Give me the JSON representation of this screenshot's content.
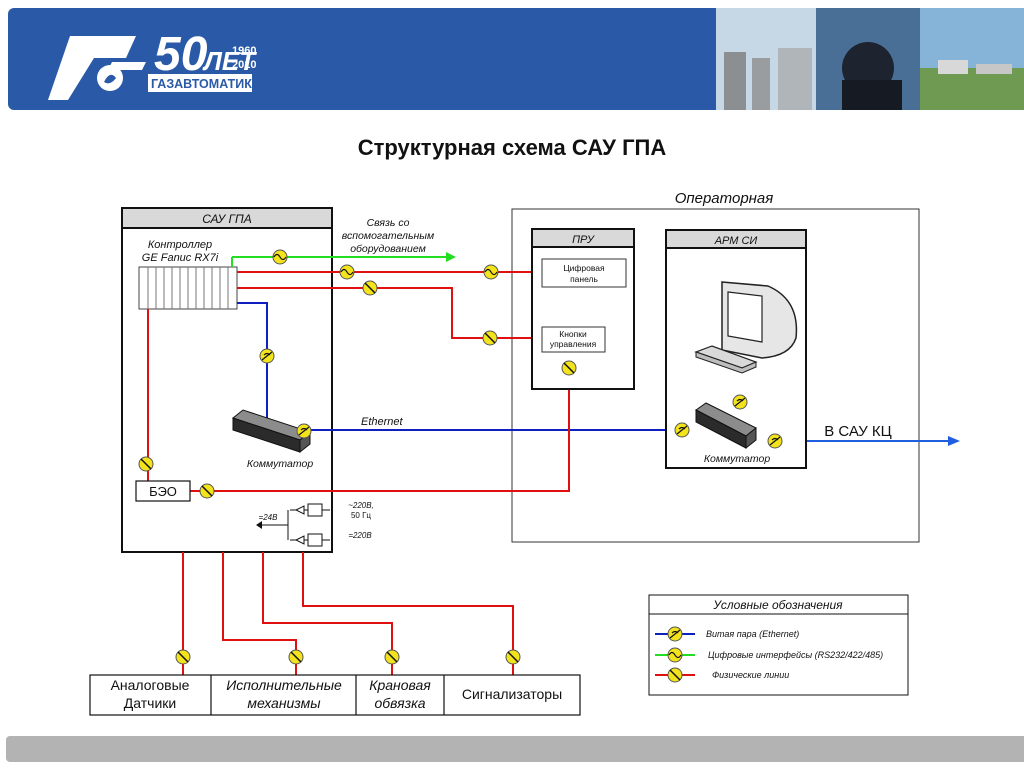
{
  "header": {
    "logo_years": "50",
    "logo_let": "ЛЕТ",
    "logo_year_start": "1960",
    "logo_year_end": "2010",
    "logo_company": "ГАЗАВТОМАТИКА",
    "brand_color": "#2a5aa7"
  },
  "title": "Структурная схема САУ ГПА",
  "diagram": {
    "operator_room": "Операторная",
    "sau_gpa": "САУ ГПА",
    "controller_line1": "Контроллер",
    "controller_line2": "GE Fanuc RX7i",
    "link_line1": "Связь со",
    "link_line2": "вспомогательным",
    "link_line3": "оборудованием",
    "pru": "ПРУ",
    "digital_panel_line1": "Цифровая",
    "digital_panel_line2": "панель",
    "buttons_line1": "Кнопки",
    "buttons_line2": "управления",
    "arm_si": "АРМ СИ",
    "ethernet": "Ethernet",
    "switch_left": "Коммутатор",
    "switch_right": "Коммутатор",
    "beo": "БЭО",
    "power_220_50_line1": "~220В,",
    "power_220_50_line2": "50 Гц",
    "power_24": "=24В",
    "power_220dc": "=220В",
    "to_sau_kc": "В САУ КЦ",
    "bottom_boxes": [
      {
        "line1": "Аналоговые",
        "line2": "Датчики"
      },
      {
        "line1": "Исполнительные",
        "line2": "механизмы"
      },
      {
        "line1": "Крановая",
        "line2": "обвязка"
      },
      {
        "line1": "Сигнализаторы",
        "line2": ""
      }
    ]
  },
  "legend": {
    "title": "Условные обозначения",
    "items": [
      {
        "label": "Витая пара (Ethernet)",
        "color": "#1020c0"
      },
      {
        "label": "Цифровые интерфейсы (RS232/422/485)",
        "color": "#22dd22"
      },
      {
        "label": "Физические линии",
        "color": "#e01010"
      }
    ]
  },
  "colors": {
    "ethernet": "#1020c0",
    "digital": "#22dd22",
    "physical": "#e01010",
    "connector_fill": "#f2e31c",
    "ext_arrow": "#1f5fe0"
  }
}
